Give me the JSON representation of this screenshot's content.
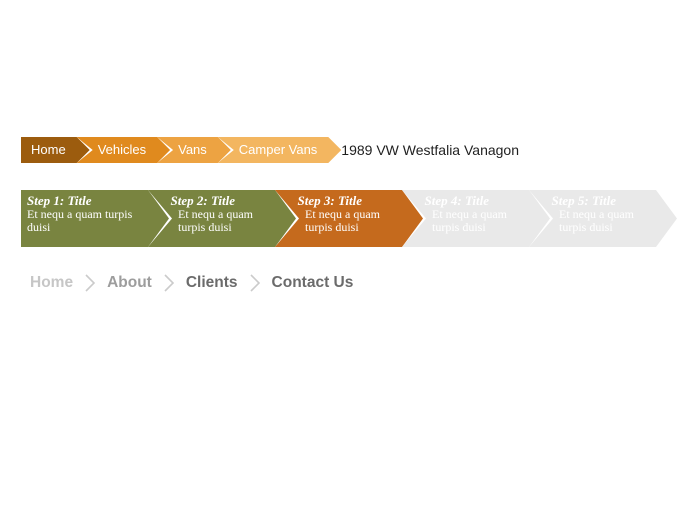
{
  "breadcrumb_arrows": {
    "items": [
      {
        "label": "Home",
        "color": "#9c5c0e"
      },
      {
        "label": "Vehicles",
        "color": "#e08a1e"
      },
      {
        "label": "Vans",
        "color": "#eda342"
      },
      {
        "label": "Camper Vans",
        "color": "#f3b660"
      }
    ],
    "current_page_label": "1989 VW Westfalia Vanagon"
  },
  "steps_process": {
    "steps": [
      {
        "title": "Step 1: Title",
        "description": "Et nequ a quam turpis duisi",
        "color": "#798440",
        "text_color": "#ffffff"
      },
      {
        "title": "Step 2: Title",
        "description": "Et nequ a quam turpis duisi",
        "color": "#798440",
        "text_color": "#ffffff"
      },
      {
        "title": "Step 3: Title",
        "description": "Et nequ a quam turpis duisi",
        "color": "#c56a1d",
        "text_color": "#ffffff"
      },
      {
        "title": "Step 4: Title",
        "description": "Et nequ a quam turpis duisi",
        "color": "#e9e9e9",
        "text_color": "#ffffff"
      },
      {
        "title": "Step 5: Title",
        "description": "Et nequ a quam turpis duisi",
        "color": "#e9e9e9",
        "text_color": "#ffffff"
      }
    ]
  },
  "breadcrumb_text": {
    "items": [
      {
        "label": "Home",
        "color": "#c6c6c6"
      },
      {
        "label": "About",
        "color": "#9d9d9d"
      },
      {
        "label": "Clients",
        "color": "#6b6b6b"
      },
      {
        "label": "Contact Us",
        "color": "#6b6b6b"
      }
    ],
    "separator_color": "#cbcbcb"
  }
}
